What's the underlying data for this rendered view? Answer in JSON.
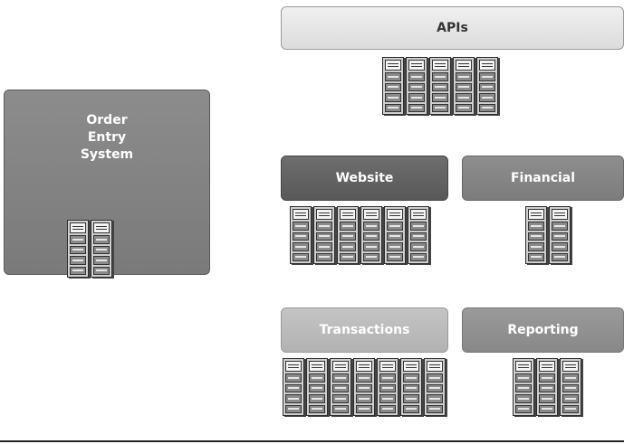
{
  "order_entry": {
    "title_lines": [
      "Order",
      "Entry",
      "System"
    ],
    "servers": 2
  },
  "groups": {
    "apis": {
      "label": "APIs",
      "servers": 5
    },
    "website": {
      "label": "Website",
      "servers": 6
    },
    "financial": {
      "label": "Financial",
      "servers": 2
    },
    "transactions": {
      "label": "Transactions",
      "servers": 7
    },
    "reporting": {
      "label": "Reporting",
      "servers": 3
    }
  },
  "colors": {
    "order_entry_fill": "#808080",
    "apis_fill": "#e6e6e6",
    "website_fill": "#626262",
    "financial_fill": "#858585",
    "transactions_fill": "#bbbbbb",
    "reporting_fill": "#919191"
  }
}
